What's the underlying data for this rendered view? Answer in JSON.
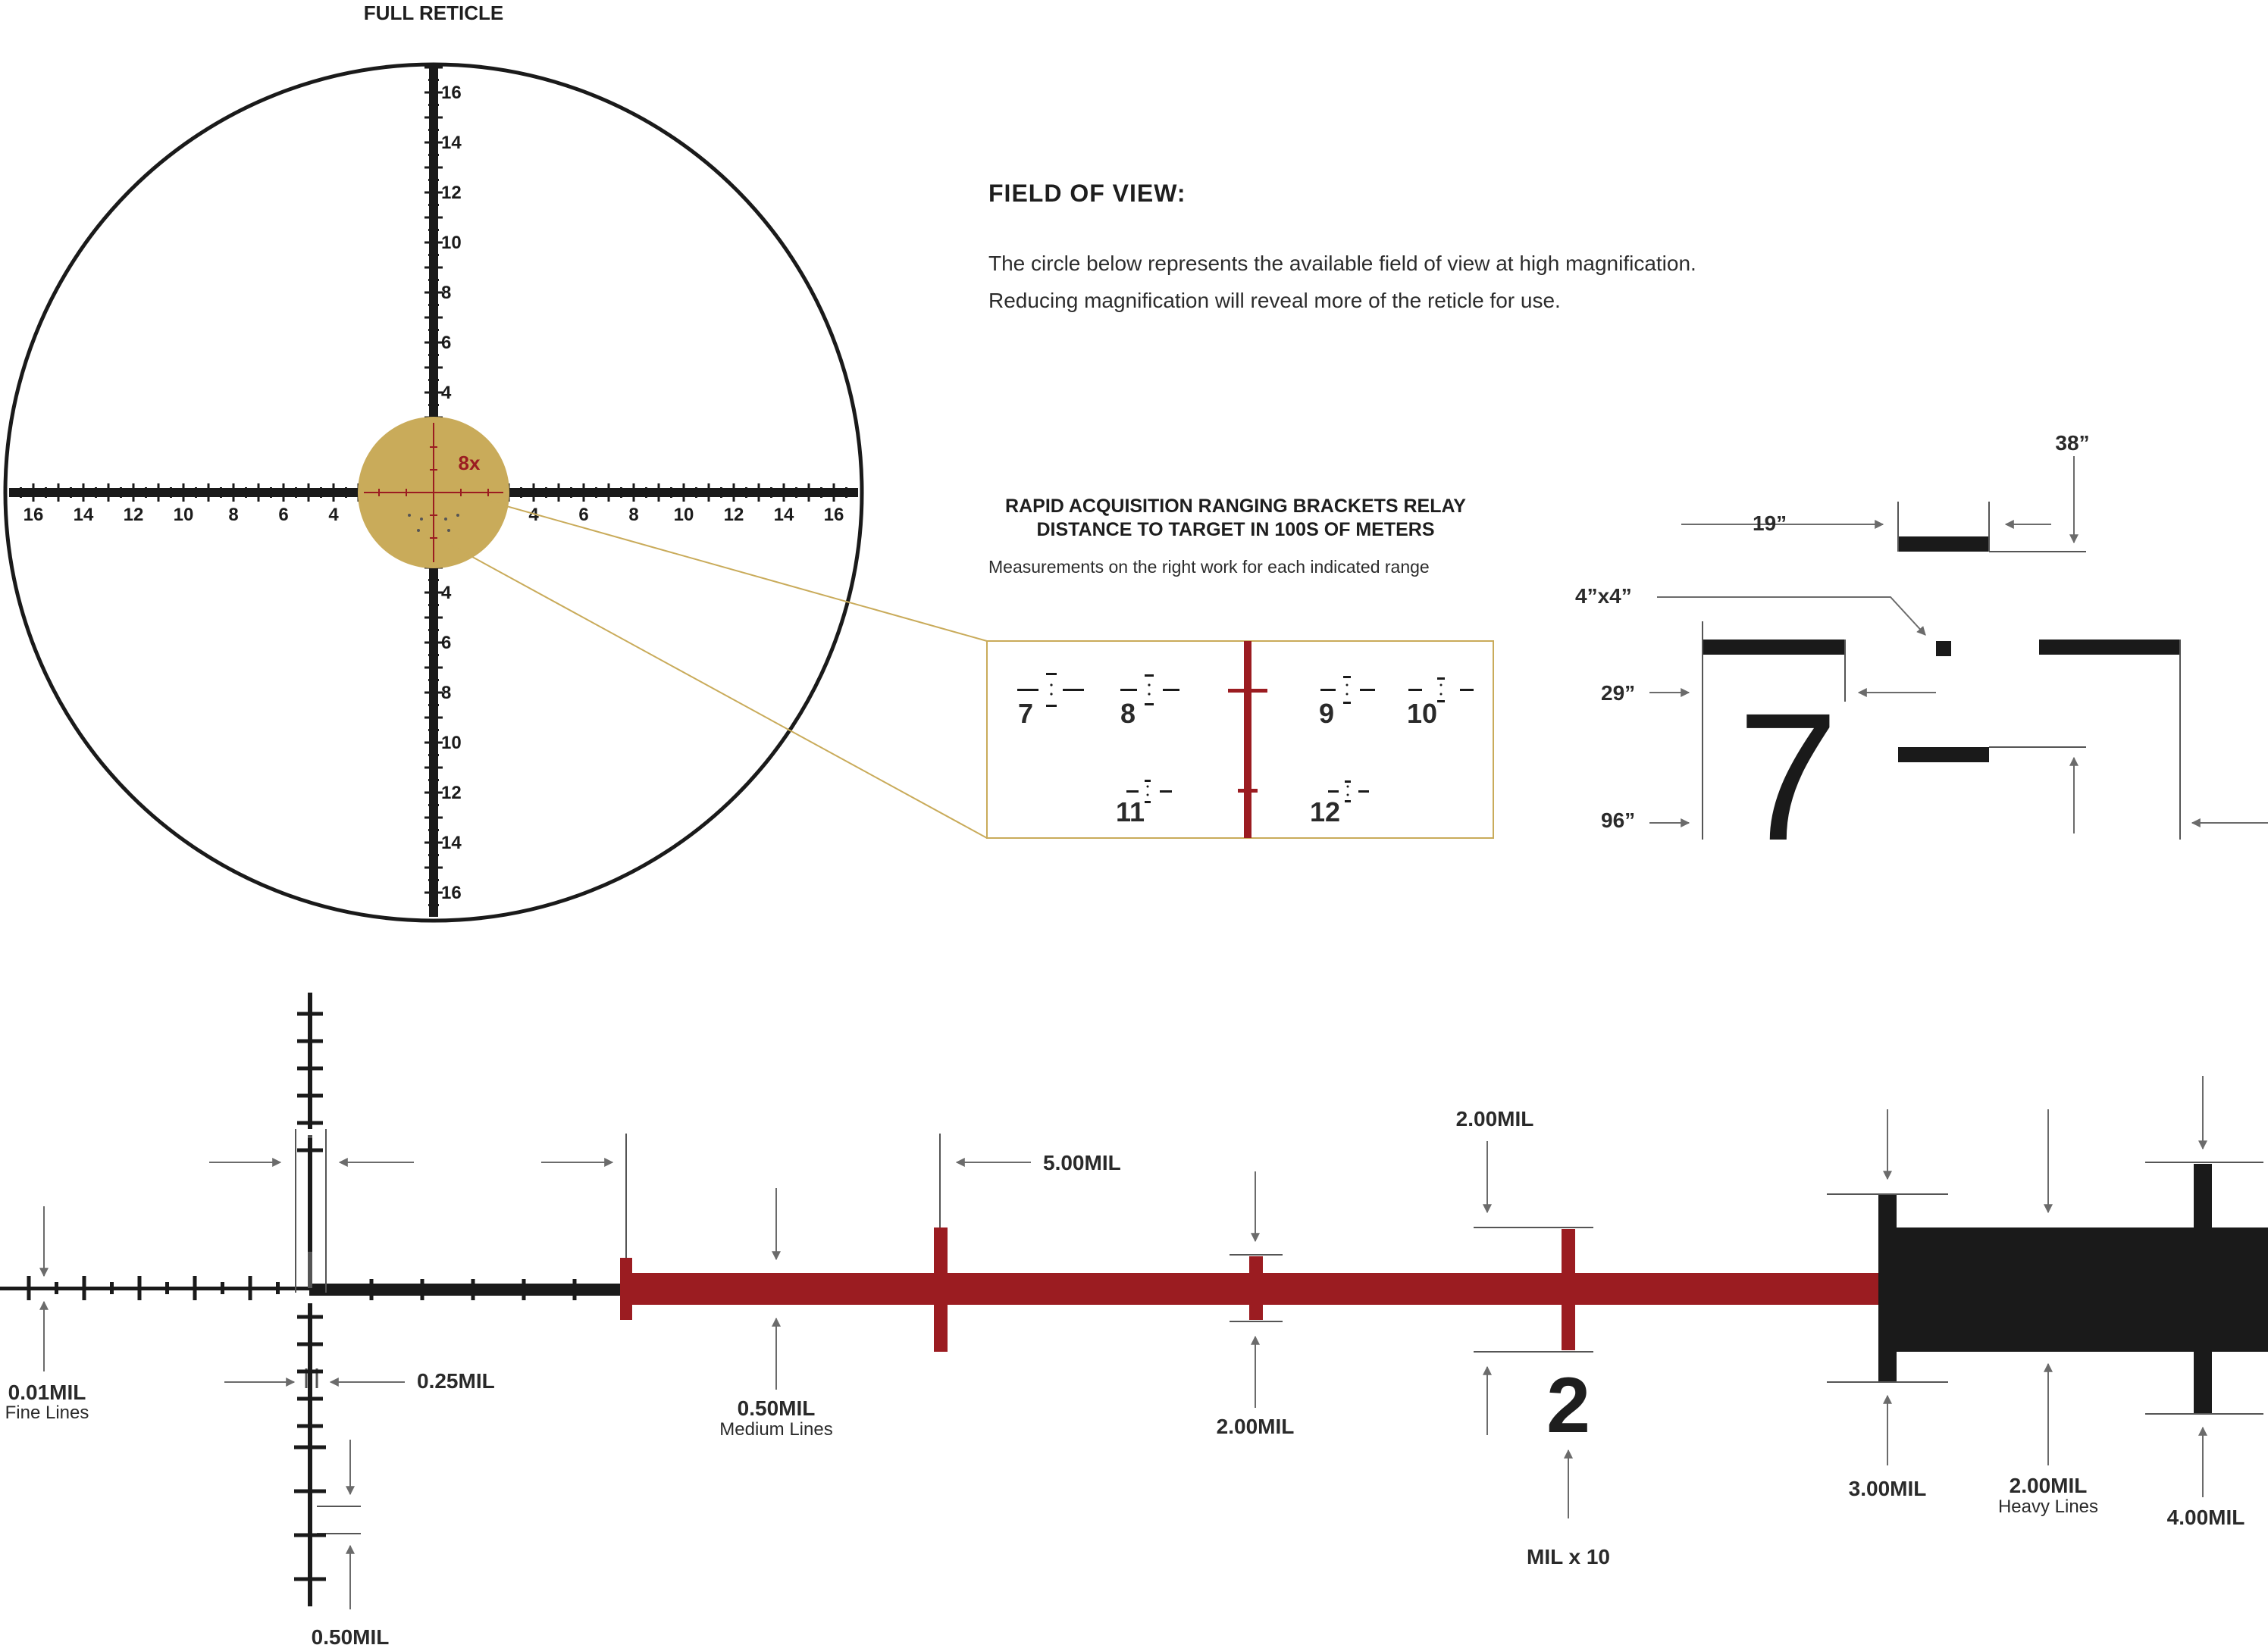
{
  "full_reticle": {
    "title": "FULL RETICLE",
    "h_left_labels": [
      "16",
      "14",
      "12",
      "10",
      "8",
      "6",
      "4"
    ],
    "h_right_labels": [
      "4",
      "6",
      "8",
      "10",
      "12",
      "14",
      "16"
    ],
    "v_top_labels": [
      "16",
      "14",
      "12",
      "10",
      "8",
      "6",
      "4"
    ],
    "v_bottom_labels": [
      "4",
      "6",
      "8",
      "10",
      "12",
      "14",
      "16"
    ],
    "magnification_label": "8x"
  },
  "field_of_view": {
    "title": "FIELD OF VIEW:",
    "line1": "The circle below represents the available field of view at high magnification.",
    "line2": "Reducing magnification will reveal more of the reticle for use."
  },
  "ranging": {
    "title_line1": "RAPID ACQUISITION RANGING BRACKETS RELAY",
    "title_line2": "DISTANCE TO TARGET IN 100S OF METERS",
    "subtitle": "Measurements on the right work for each indicated range",
    "brackets": [
      "7",
      "8",
      "9",
      "10",
      "11",
      "12"
    ]
  },
  "bracket_dimensions": {
    "w38": "38”",
    "w19": "19”",
    "sq": "4”x4”",
    "h29": "29”",
    "h96": "96”",
    "digit": "7"
  },
  "line_details": {
    "fine_value": "0.01MIL",
    "fine_caption": "Fine Lines",
    "quarter": "0.25MIL",
    "half_fine": "0.50MIL",
    "medium_value": "0.50MIL",
    "medium_caption": "Medium Lines",
    "five": "5.00MIL",
    "two_a": "2.00MIL",
    "two_b": "2.00MIL",
    "numeral": "2",
    "mil_x10": "MIL x 10",
    "three": "3.00MIL",
    "heavy_value": "2.00MIL",
    "heavy_caption": "Heavy Lines",
    "four": "4.00MIL"
  },
  "colors": {
    "reticle": "#1a1a1a",
    "red": "#9b1c21",
    "gold": "#c9ab5a",
    "arrow": "#6b6b6b"
  }
}
